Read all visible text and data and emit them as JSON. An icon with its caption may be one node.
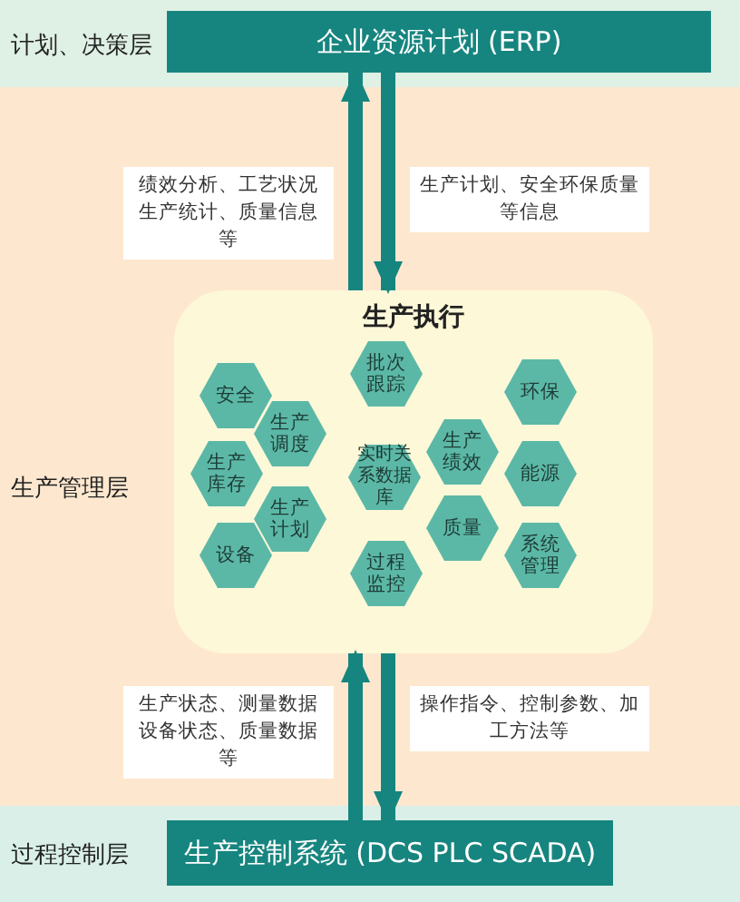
{
  "diagram": {
    "nodes": [
      {
        "text": [
          "计划、决策层"
        ]
      },
      {
        "text": [
          "企业资源计划 (ERP)"
        ],
        "in": 0
      },
      {
        "text": [
          "生产管理层"
        ]
      },
      {
        "text": [
          "生产执行"
        ],
        "in": 2
      },
      {
        "text": [
          "安全"
        ],
        "in": 3
      },
      {
        "text": [
          "批次跟踪"
        ],
        "in": 3
      },
      {
        "text": [
          "环保"
        ],
        "in": 3
      },
      {
        "text": [
          "生产调度"
        ],
        "in": 3
      },
      {
        "text": [
          "生产绩效"
        ],
        "in": 3
      },
      {
        "text": [
          "生产库存"
        ],
        "in": 3
      },
      {
        "text": [
          "实时关系数据库"
        ],
        "in": 3
      },
      {
        "text": [
          "能源"
        ],
        "in": 3
      },
      {
        "text": [
          "生产计划"
        ],
        "in": 3
      },
      {
        "text": [
          "质量"
        ],
        "in": 3
      },
      {
        "text": [
          "设备"
        ],
        "in": 3
      },
      {
        "text": [
          "过程监控"
        ],
        "in": 3
      },
      {
        "text": [
          "系统管理"
        ],
        "in": 3
      },
      {
        "text": [
          "过程控制层"
        ]
      },
      {
        "text": [
          "生产控制系统 (DCS PLC SCADA)"
        ],
        "in": 17
      }
    ],
    "edges": [
      {
        "from": 3,
        "to": 1,
        "arrow": "to",
        "label": "绩效分析、工艺状况生产统计、质量信息等"
      },
      {
        "from": 1,
        "to": 3,
        "arrow": "to",
        "label": "生产计划、安全环保质量等信息"
      },
      {
        "from": 18,
        "to": 3,
        "arrow": "to",
        "label": "生产状态、测量数据设备状态、质量数据等"
      },
      {
        "from": 3,
        "to": 18,
        "arrow": "to",
        "label": "操作指令、控制参数、加工方法等"
      }
    ]
  }
}
